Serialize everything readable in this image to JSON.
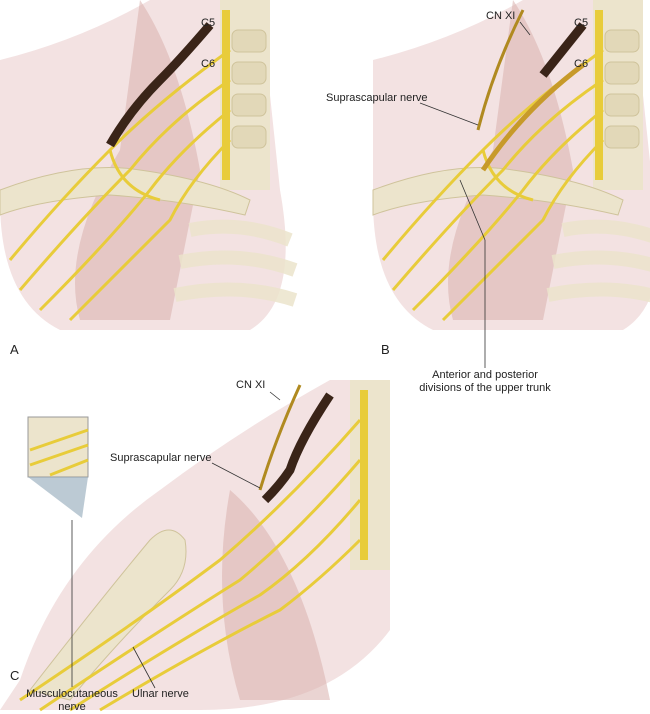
{
  "panels": {
    "a": {
      "letter": "A",
      "c5": "C5",
      "c6": "C6"
    },
    "b": {
      "letter": "B",
      "cn_xi": "CN XI",
      "c5": "C5",
      "c6": "C6",
      "suprascapular": "Suprascapular nerve",
      "divisions_line1": "Anterior and posterior",
      "divisions_line2": "divisions of the upper trunk"
    },
    "c": {
      "letter": "C",
      "cn_xi": "CN XI",
      "suprascapular": "Suprascapular nerve",
      "musculocutaneous_line1": "Musculocutaneous",
      "musculocutaneous_line2": "nerve",
      "ulnar": "Ulnar nerve"
    }
  },
  "colors": {
    "nerve": "#e8cc3a",
    "bone": "#ece4cc",
    "muscle": "#d9b0ad",
    "skin": "#f3e2e2",
    "graft": "#3a2418"
  }
}
